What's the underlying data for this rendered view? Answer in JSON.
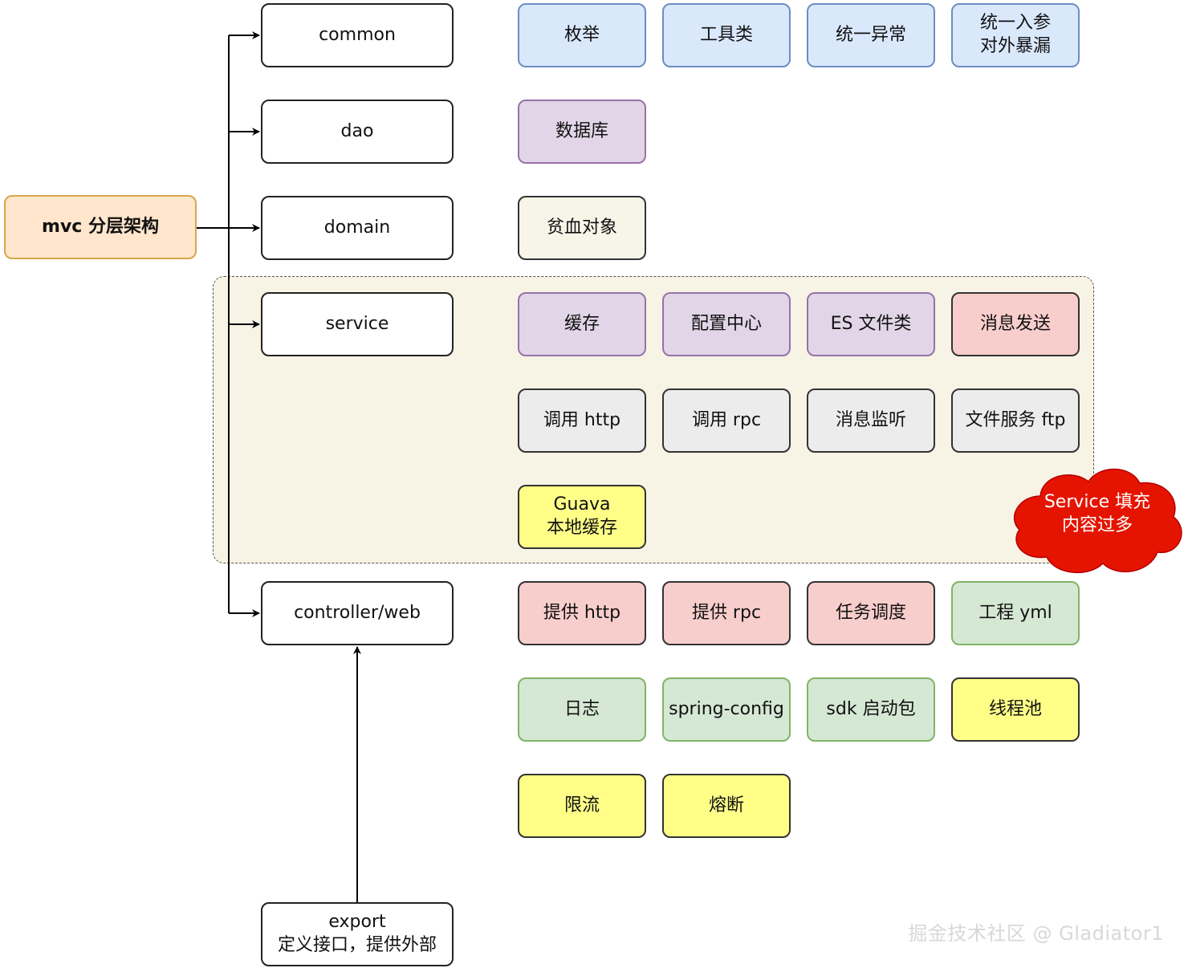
{
  "root": {
    "label": "mvc 分层架构"
  },
  "layers": {
    "common": "common",
    "dao": "dao",
    "domain": "domain",
    "service": "service",
    "controller": "controller/web",
    "export_line1": "export",
    "export_line2": "定义接口，提供外部"
  },
  "common_items": {
    "enum": "枚举",
    "tools": "工具类",
    "exception_l1": "统一异常",
    "params_l1": "统一入参",
    "params_l2": "对外暴漏"
  },
  "dao_items": {
    "database": "数据库"
  },
  "domain_items": {
    "anemic": "贫血对象"
  },
  "service_items": {
    "cache": "缓存",
    "config_center": "配置中心",
    "es": "ES 文件类",
    "msg_send": "消息发送",
    "call_http": "调用 http",
    "call_rpc": "调用 rpc",
    "msg_listen": "消息监听",
    "file_ftp": "文件服务 ftp",
    "guava_l1": "Guava",
    "guava_l2": "本地缓存"
  },
  "controller_items": {
    "provide_http": "提供 http",
    "provide_rpc": "提供 rpc",
    "task": "任务调度",
    "yml": "工程 yml",
    "log": "日志",
    "spring_config": "spring-config",
    "sdk": "sdk 启动包",
    "thread_pool": "线程池",
    "rate_limit": "限流",
    "circuit": "熔断"
  },
  "cloud": {
    "line1": "Service 填充",
    "line2": "内容过多"
  },
  "watermark": "掘金技术社区 @ Gladiator1",
  "colors": {
    "blue": "#dae8fc",
    "purple": "#e1d5e7",
    "pink": "#f8cecc",
    "gray": "#ececec",
    "green": "#d5e8d4",
    "yellow": "#ffff88",
    "orange": "#ffe6cc",
    "cloud": "#e51400"
  }
}
